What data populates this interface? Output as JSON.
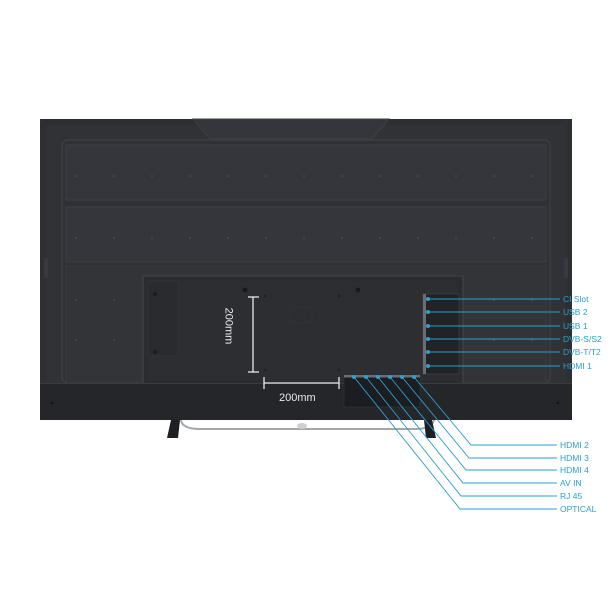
{
  "diagram": {
    "subject": "TV rear view with connection ports",
    "colors": {
      "background": "#ffffff",
      "tv_body": "#2d2f33",
      "tv_panel": "#34363b",
      "tv_edge": "#3c3e43",
      "recess": "#2a2c30",
      "bottom_bar": "#232428",
      "stand": "#1e1f22",
      "stand_bar": "#9a9ca0",
      "callout": "#2a9fd0",
      "dimension": "#e8e8e8"
    },
    "dimensions": {
      "vertical_label": "200mm",
      "horizontal_label": "200mm"
    },
    "side_ports": [
      {
        "label": "CI Slot"
      },
      {
        "label": "USB 2"
      },
      {
        "label": "USB 1"
      },
      {
        "label": "DVB-S/S2"
      },
      {
        "label": "DVB-T/T2"
      },
      {
        "label": "HDMI 1"
      }
    ],
    "bottom_ports": [
      {
        "label": "HDMI 2"
      },
      {
        "label": "HDMI 3"
      },
      {
        "label": "HDMI 4"
      },
      {
        "label": "AV IN"
      },
      {
        "label": "RJ 45"
      },
      {
        "label": "OPTICAL"
      }
    ]
  }
}
